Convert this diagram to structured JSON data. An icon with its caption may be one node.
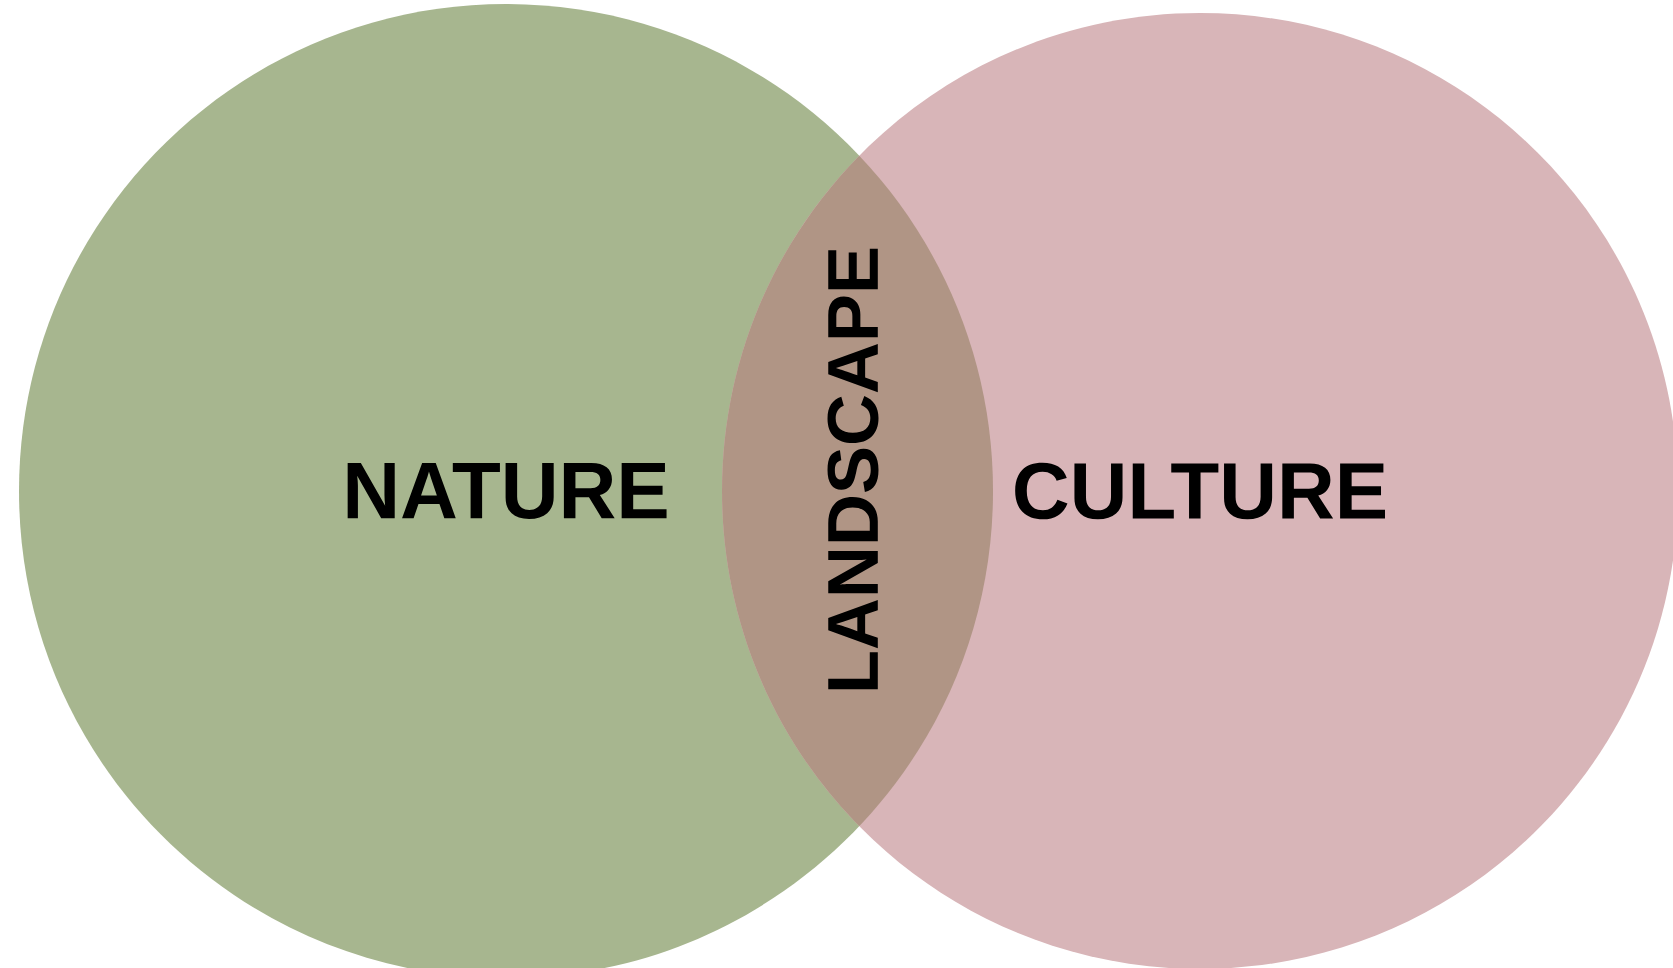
{
  "diagram": {
    "nodes": [
      {
        "text": [
          "NATURE"
        ]
      },
      {
        "text": [
          "LANDSCAPE"
        ]
      },
      {
        "text": [
          "CULTURE"
        ]
      }
    ]
  }
}
